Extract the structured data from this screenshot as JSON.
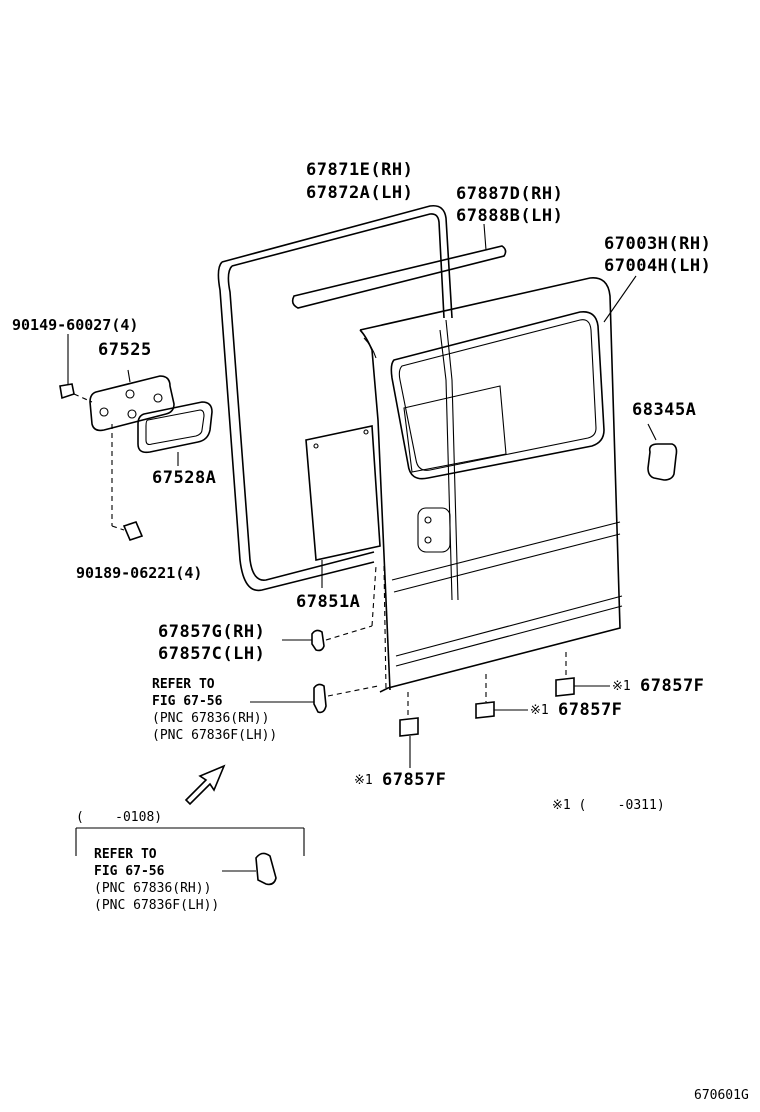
{
  "parts": {
    "p67871e": "67871E(RH)",
    "p67872a": "67872A(LH)",
    "p67887d": "67887D(RH)",
    "p67888b": "67888B(LH)",
    "p67003h": "67003H(RH)",
    "p67004h": "67004H(LH)",
    "p90149": "90149-60027(4)",
    "p67525": "67525",
    "p68345a": "68345A",
    "p67528a": "67528A",
    "p90189": "90189-06221(4)",
    "p67851a": "67851A",
    "p67857g": "67857G(RH)",
    "p67857c": "67857C(LH)",
    "p67857f_right": "67857F",
    "p67857f_mid": "67857F",
    "p67857f_bottom": "67857F"
  },
  "marks": {
    "note_mark_1": "※1",
    "note_mark_2": "※1",
    "note_mark_3": "※1",
    "footnote": "※1 (    -0311)"
  },
  "refer1": {
    "line1": "REFER TO",
    "line2": "FIG 67-56",
    "line3": "(PNC 67836(RH))",
    "line4": "(PNC 67836F(LH))"
  },
  "refer2": {
    "date": "(    -0108)",
    "line1": "REFER TO",
    "line2": "FIG 67-56",
    "line3": "(PNC 67836(RH))",
    "line4": "(PNC 67836F(LH))"
  },
  "figure_id": "670601G"
}
